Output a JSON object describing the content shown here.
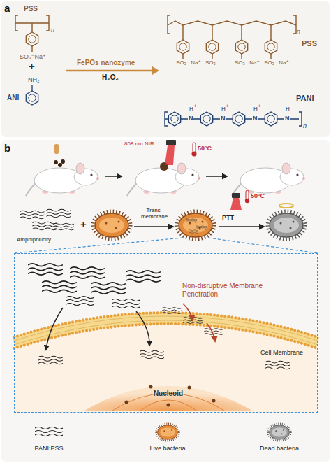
{
  "diagram": {
    "nodes": [
      {
        "text": [
          "Non-disruptive Membrane Penetration",
          "Cell Membrane"
        ]
      },
      {
        "text": [
          "Nucleoid"
        ],
        "in": 0
      }
    ],
    "labels": [
      "a",
      "PSS",
      "n",
      "SO₃⁻Na⁺",
      "+",
      "NH₂",
      "ANI",
      "FePOs nanozyme",
      "H₂O₂",
      "n",
      "SO₃⁻ Na⁺",
      "SO₃⁻",
      "SO₃⁻ Na⁺",
      "SO₃⁻ Na⁺",
      "PSS",
      "H",
      "N",
      "+",
      "H",
      "N",
      "+",
      "H",
      "N",
      "+",
      "H",
      "N",
      "n",
      "PANI",
      "b",
      "808 nm NIR",
      "50°C",
      "Amphiphilicity",
      "+",
      "Trans-membrane",
      "PTT",
      "50°C"
    ],
    "legend": [
      {
        "text": "PANI:PSS"
      },
      {
        "text": "Live bacteria"
      },
      {
        "text": "Dead bacteria"
      }
    ]
  }
}
